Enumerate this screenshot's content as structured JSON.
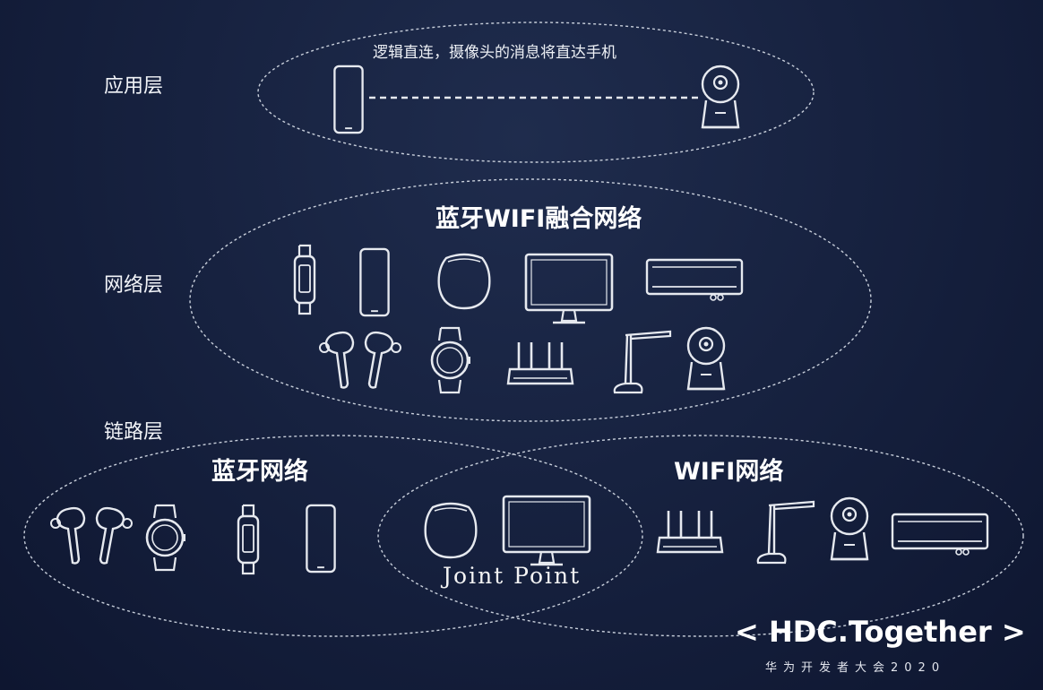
{
  "layers": {
    "application": "应用层",
    "network": "网络层",
    "link": "链路层"
  },
  "application_caption": "逻辑直连，摄像头的消息将直达手机",
  "network_title": "蓝牙WIFI融合网络",
  "bluetooth_title": "蓝牙网络",
  "wifi_title": "WIFI网络",
  "joint_label": "Joint Point",
  "brand": {
    "logo": "< HDC.Together >",
    "subtitle": "华为开发者大会2020"
  },
  "colors": {
    "background": "#172240",
    "line": "#dfe4ec"
  },
  "icons": {
    "phone": "phone-icon",
    "camera": "camera-icon",
    "band": "smart-band-icon",
    "speaker": "smart-speaker-icon",
    "monitor": "monitor-icon",
    "ac": "air-conditioner-icon",
    "earbuds": "earbuds-icon",
    "watch": "smartwatch-icon",
    "router": "router-icon",
    "lamp": "desk-lamp-icon"
  }
}
